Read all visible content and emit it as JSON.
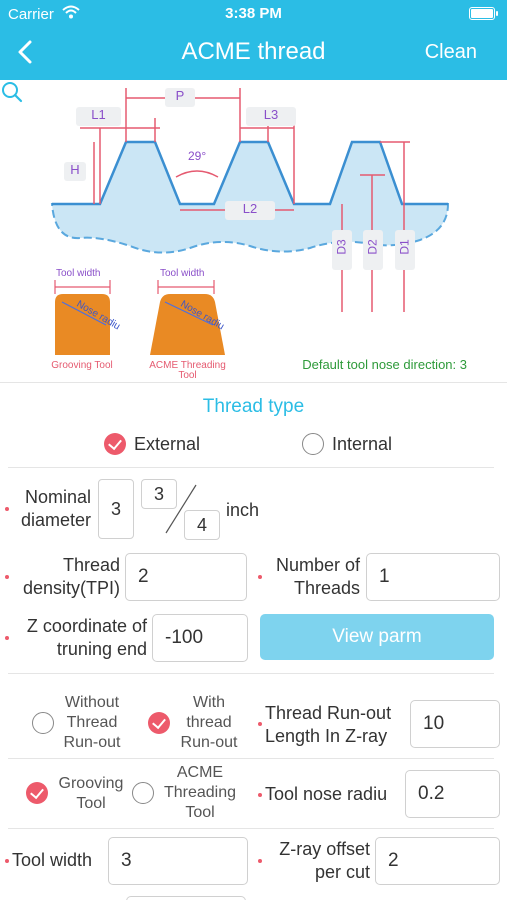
{
  "status": {
    "carrier": "Carrier",
    "time": "3:38 PM"
  },
  "nav": {
    "title": "ACME thread",
    "clean_label": "Clean"
  },
  "diagram": {
    "labels": {
      "p": "P",
      "l1": "L1",
      "l3": "L3",
      "h": "H",
      "angle": "29°",
      "l2": "L2",
      "d3": "D3",
      "d2": "D2",
      "d1": "D1"
    },
    "tool_width_1": "Tool width",
    "tool_width_2": "Tool width",
    "nose_radius_1": "Nose radiu",
    "nose_radius_2": "Nose radiu",
    "grooving_tool": "Grooving Tool",
    "acme_tool_line1": "ACME Threading",
    "acme_tool_line2": "Tool",
    "default_direction": "Default tool nose direction: 3"
  },
  "thread_type": {
    "title": "Thread type",
    "external": "External",
    "internal": "Internal",
    "selected": "External"
  },
  "nominal_diameter": {
    "label_line1": "Nominal",
    "label_line2": "diameter",
    "whole": "3",
    "numerator": "3",
    "denominator": "4",
    "unit": "inch"
  },
  "thread_density": {
    "label_line1": "Thread",
    "label_line2": "density(TPI)",
    "value": "2"
  },
  "number_of_threads": {
    "label_line1": "Number of",
    "label_line2": "Threads",
    "value": "1"
  },
  "z_coordinate": {
    "label_line1": "Z coordinate of",
    "label_line2": "truning end",
    "value": "-100"
  },
  "view_parm_label": "View parm",
  "runout": {
    "without_line1": "Without",
    "without_line2": "Thread",
    "without_line3": "Run-out",
    "with_line1": "With",
    "with_line2": "thread",
    "with_line3": "Run-out",
    "selected": "With thread Run-out"
  },
  "runout_length": {
    "label_line1": "Thread Run-out",
    "label_line2": "Length In Z-ray",
    "value": "10"
  },
  "tool_type": {
    "grooving_line1": "Grooving",
    "grooving_line2": "Tool",
    "acme_line1": "ACME",
    "acme_line2": "Threading",
    "acme_line3": "Tool",
    "selected": "Grooving Tool"
  },
  "tool_nose": {
    "label": "Tool nose radiu",
    "value": "0.2"
  },
  "tool_width": {
    "label": "Tool width",
    "value": "3"
  },
  "z_offset": {
    "label_line1": "Z-ray offset",
    "label_line2": "per cut",
    "value": "2"
  },
  "colors": {
    "accent": "#2bbde5",
    "check": "#ed5a6b",
    "button": "#7ed3ee",
    "tool": "#e98a24",
    "dimension": "#e55a70"
  }
}
